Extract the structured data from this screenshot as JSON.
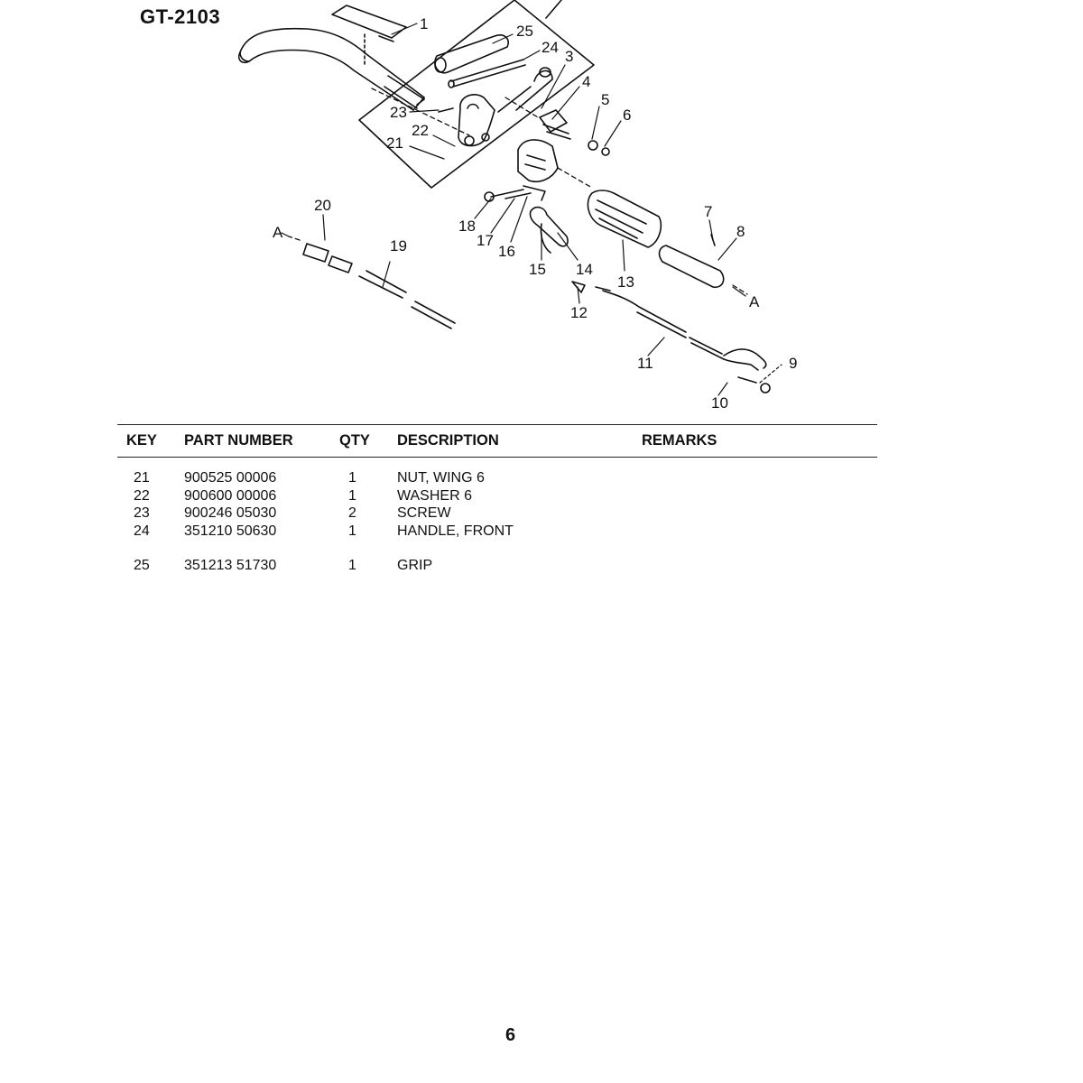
{
  "model": "GT-2103",
  "diagram": {
    "callouts": [
      "1",
      "3",
      "4",
      "5",
      "6",
      "7",
      "8",
      "9",
      "10",
      "11",
      "12",
      "13",
      "14",
      "15",
      "16",
      "17",
      "18",
      "19",
      "20",
      "21",
      "22",
      "23",
      "24",
      "25"
    ],
    "ref_mark": "A"
  },
  "table": {
    "headers": {
      "key": "KEY",
      "part_number": "PART NUMBER",
      "qty": "QTY",
      "description": "DESCRIPTION",
      "remarks": "REMARKS"
    },
    "rows": [
      {
        "key": "21",
        "part_number": "900525 00006",
        "qty": "1",
        "description": "NUT,  WING  6"
      },
      {
        "key": "22",
        "part_number": "900600 00006",
        "qty": "1",
        "description": "WASHER  6"
      },
      {
        "key": "23",
        "part_number": "900246 05030",
        "qty": "2",
        "description": "SCREW"
      },
      {
        "key": "24",
        "part_number": "351210 50630",
        "qty": "1",
        "description": "HANDLE, FRONT"
      },
      {
        "key": "25",
        "part_number": "351213 51730",
        "qty": "1",
        "description": "GRIP"
      }
    ]
  },
  "page_number": "6"
}
